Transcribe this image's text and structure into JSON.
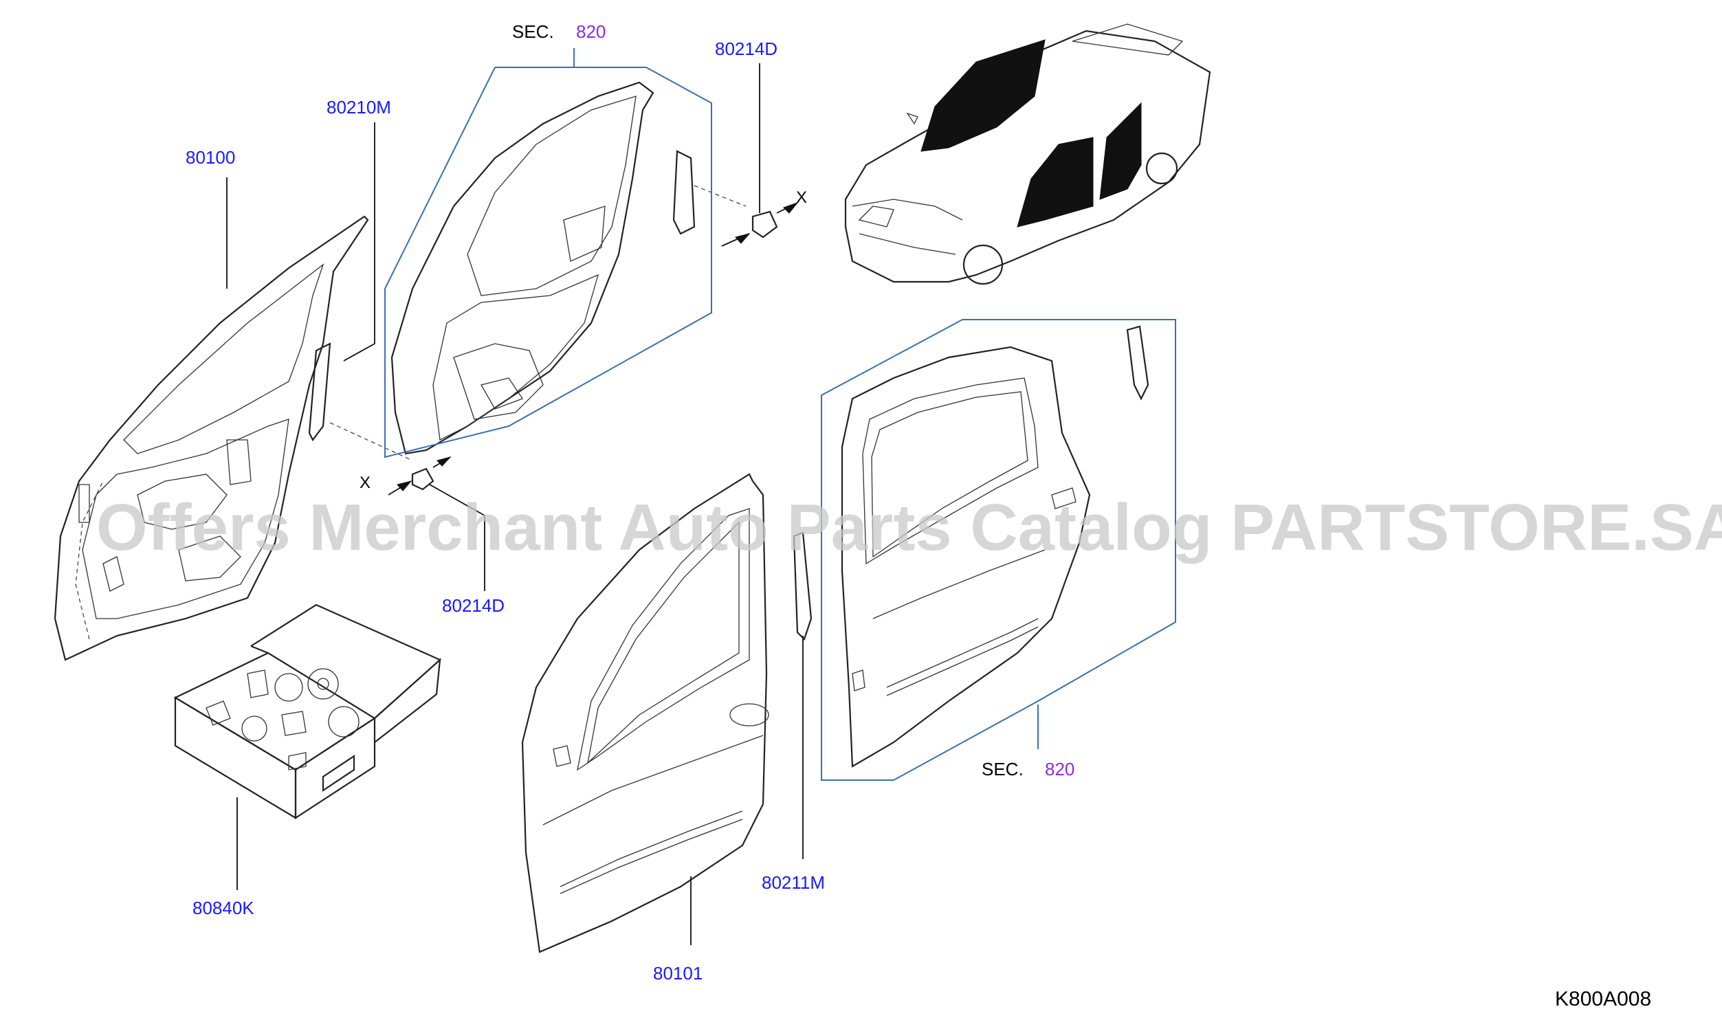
{
  "labels": {
    "front_door_assy": "80100",
    "front_hinge": "80210M",
    "front_bolt": "80214D",
    "rear_bolt": "80214D",
    "front_door_panel": "80101",
    "rear_hinge": "80211M",
    "repair_kit": "80840K"
  },
  "sections": {
    "upper_prefix": "SEC.",
    "upper_number": "820",
    "lower_prefix": "SEC.",
    "lower_number": "820"
  },
  "fastener_marks": {
    "upper": "X",
    "lower": "X"
  },
  "watermark": "Offers Merchant Auto Parts Catalog PARTSTORE.SA",
  "diagram_code": "K800A008",
  "colors": {
    "part_label": "#1a1aff",
    "section_number": "#8a2be2",
    "bracket": "#3a6fb0"
  }
}
